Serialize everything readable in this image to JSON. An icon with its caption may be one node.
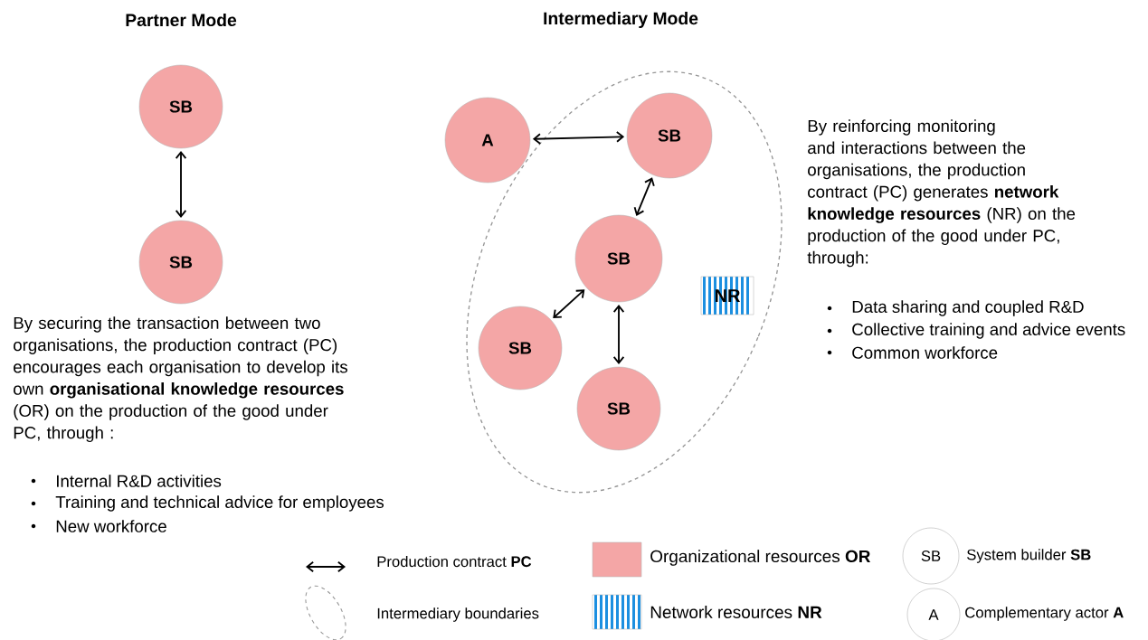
{
  "diagram": {
    "nodes": [
      {
        "text": [
          "SB"
        ]
      },
      {
        "text": [
          "SB"
        ]
      },
      {
        "text": [],
        "shape": "ellipse"
      },
      {
        "text": [
          "A"
        ]
      },
      {
        "text": [
          "SB"
        ],
        "in": 2
      },
      {
        "text": [
          "SB"
        ],
        "in": 2
      },
      {
        "text": [
          "SB"
        ],
        "in": 2
      },
      {
        "text": [
          "SB"
        ],
        "in": 2
      },
      {
        "text": [
          "NR"
        ],
        "in": 2
      }
    ],
    "edges": [
      {
        "from": 0,
        "to": 1,
        "arrow": "both"
      },
      {
        "from": 3,
        "to": 4,
        "arrow": "both"
      },
      {
        "from": 4,
        "to": 5,
        "arrow": "both"
      },
      {
        "from": 5,
        "to": 6,
        "arrow": "both"
      },
      {
        "from": 5,
        "to": 7,
        "arrow": "both"
      }
    ],
    "labels": [
      "Partner Mode",
      "Intermediary Mode",
      "By reinforcing monitoring and interactions between the organisations, the production contract (PC) generates **network knowledge resources** (NR) on the production of the good under PC, through:",
      "Data sharing and coupled R&D",
      "Collective training and advice events",
      "Common workforce",
      "By securing the transaction between two organisations, the production contract (PC) encourages each organisation to develop its own **organisational knowledge resources** (OR) on the production of the good under PC, through :",
      "Internal R&D activities",
      "Training and technical advice for employees",
      "New workforce",
      "SB",
      "A"
    ],
    "legend": [
      {
        "text": "Production contract **PC**"
      },
      {
        "text": "Intermediary boundaries"
      },
      {
        "text": "Organizational resources **OR**",
        "color": "#f4a6a6"
      },
      {
        "text": "Network resources **NR**",
        "color": "#1c8fe0"
      },
      {
        "text": "System builder **SB**"
      },
      {
        "text": "Complementary actor **A**"
      }
    ]
  }
}
